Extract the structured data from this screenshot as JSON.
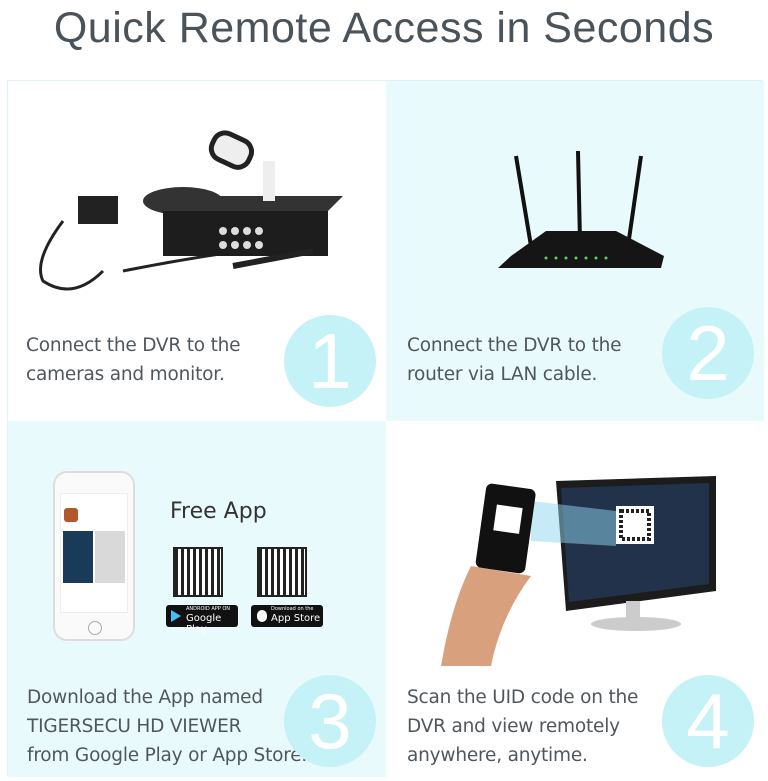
{
  "title": "Quick Remote Access in Seconds",
  "colors": {
    "panel_cyan": "#e9fafc",
    "circle": "#c5f2f6",
    "text": "#4f575d"
  },
  "steps": [
    {
      "number": "1",
      "lines": [
        "Connect the DVR to the",
        "cameras and monitor."
      ],
      "image": "dvr-kit-with-camera-and-cables"
    },
    {
      "number": "2",
      "lines": [
        "Connect the DVR to the",
        "router via LAN cable."
      ],
      "image": "wifi-router-three-antennas"
    },
    {
      "number": "3",
      "lines": [
        "Download the App named",
        "TIGERSECU HD VIEWER",
        "from Google Play or App Store."
      ],
      "image": "smartphone-app-store",
      "free_app": "Free App",
      "google_play": {
        "small": "ANDROID APP ON",
        "big": "Google Play"
      },
      "app_store": {
        "small": "Download on the",
        "big": "App Store"
      }
    },
    {
      "number": "4",
      "lines": [
        "Scan the UID code on the",
        "DVR and view remotely",
        "anywhere, anytime."
      ],
      "image": "hand-phone-scanning-monitor-qr"
    }
  ]
}
